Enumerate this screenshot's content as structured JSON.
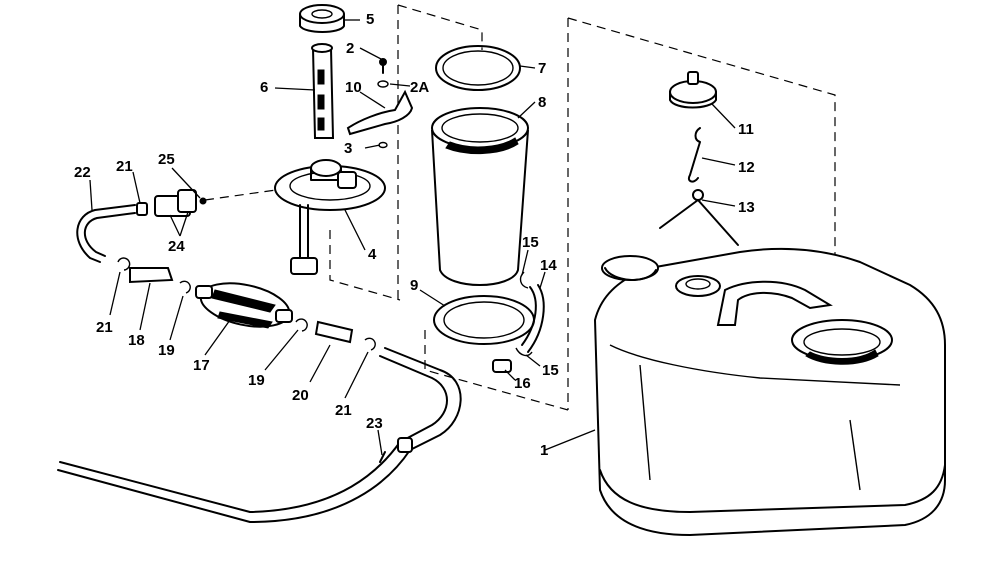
{
  "callouts": [
    {
      "id": "1",
      "label": "1"
    },
    {
      "id": "2",
      "label": "2"
    },
    {
      "id": "2a",
      "label": "2A"
    },
    {
      "id": "3",
      "label": "3"
    },
    {
      "id": "4",
      "label": "4"
    },
    {
      "id": "5",
      "label": "5"
    },
    {
      "id": "6",
      "label": "6"
    },
    {
      "id": "7",
      "label": "7"
    },
    {
      "id": "8",
      "label": "8"
    },
    {
      "id": "9",
      "label": "9"
    },
    {
      "id": "10",
      "label": "10"
    },
    {
      "id": "11",
      "label": "11"
    },
    {
      "id": "12",
      "label": "12"
    },
    {
      "id": "13",
      "label": "13"
    },
    {
      "id": "14",
      "label": "14"
    },
    {
      "id": "15a",
      "label": "15"
    },
    {
      "id": "15b",
      "label": "15"
    },
    {
      "id": "16",
      "label": "16"
    },
    {
      "id": "17",
      "label": "17"
    },
    {
      "id": "18",
      "label": "18"
    },
    {
      "id": "19a",
      "label": "19"
    },
    {
      "id": "19b",
      "label": "19"
    },
    {
      "id": "20",
      "label": "20"
    },
    {
      "id": "21a",
      "label": "21"
    },
    {
      "id": "21b",
      "label": "21"
    },
    {
      "id": "21c",
      "label": "21"
    },
    {
      "id": "22",
      "label": "22"
    },
    {
      "id": "23",
      "label": "23"
    },
    {
      "id": "24",
      "label": "24"
    },
    {
      "id": "25",
      "label": "25"
    }
  ]
}
